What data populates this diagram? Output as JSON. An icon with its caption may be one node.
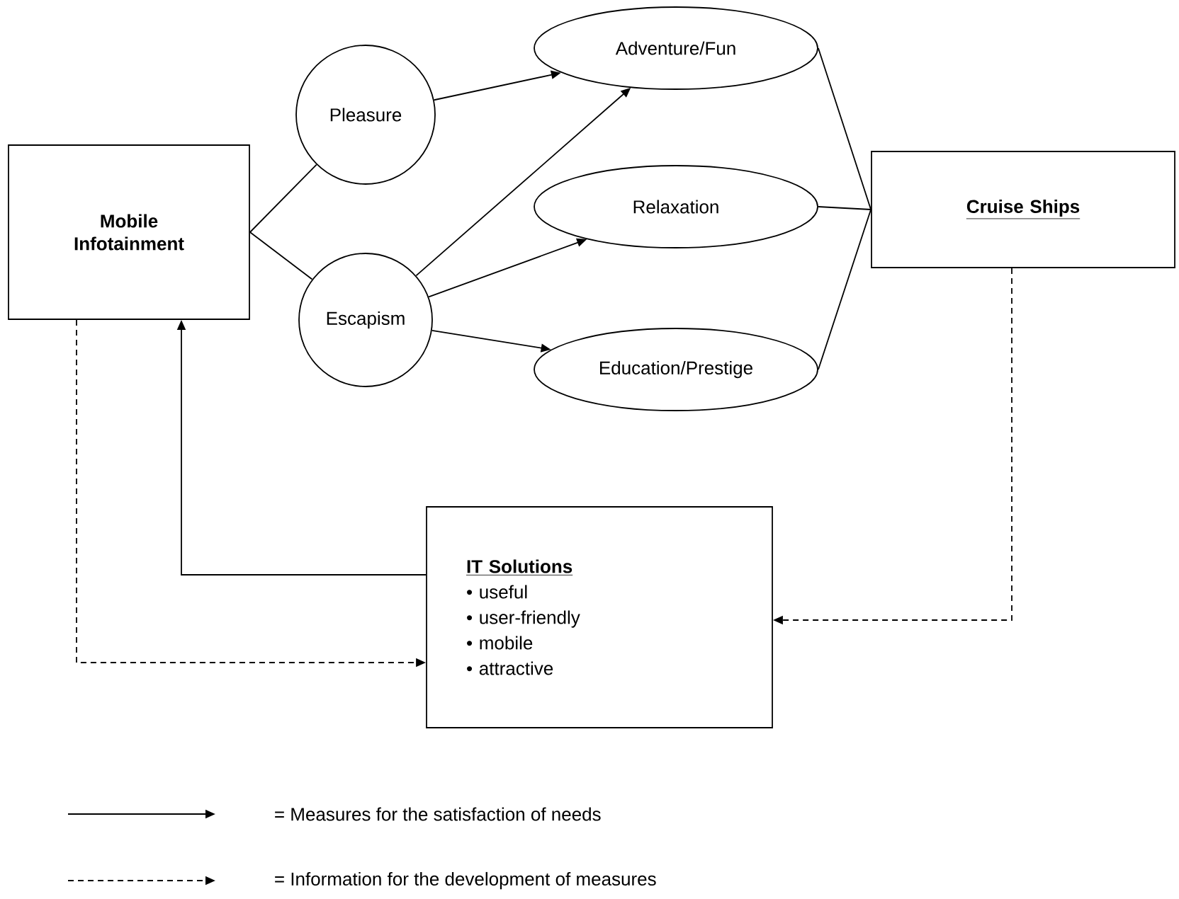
{
  "diagram": {
    "nodes": [
      {
        "text": [
          "Mobile Infotainment"
        ]
      },
      {
        "text": [
          "Pleasure"
        ]
      },
      {
        "text": [
          "Escapism"
        ]
      },
      {
        "text": [
          "Adventure/Fun"
        ]
      },
      {
        "text": [
          "Relaxation"
        ]
      },
      {
        "text": [
          "Education/Prestige"
        ]
      },
      {
        "text": [
          "Cruise Ships"
        ]
      },
      {
        "text": [
          "IT Solutions",
          "• useful",
          "• user-friendly",
          "• mobile",
          "• attractive"
        ]
      }
    ],
    "edges": [
      {
        "from": 0,
        "to": 1,
        "arrow": "none"
      },
      {
        "from": 0,
        "to": 2,
        "arrow": "none"
      },
      {
        "from": 1,
        "to": 3,
        "arrow": "to"
      },
      {
        "from": 2,
        "to": 3,
        "arrow": "to"
      },
      {
        "from": 2,
        "to": 4,
        "arrow": "to"
      },
      {
        "from": 2,
        "to": 5,
        "arrow": "to"
      },
      {
        "from": 3,
        "to": 6,
        "arrow": "none"
      },
      {
        "from": 4,
        "to": 6,
        "arrow": "none"
      },
      {
        "from": 5,
        "to": 6,
        "arrow": "none"
      },
      {
        "from": 7,
        "to": 0,
        "arrow": "to"
      },
      {
        "from": 0,
        "to": 7,
        "arrow": "to",
        "style": "dashed"
      },
      {
        "from": 6,
        "to": 7,
        "arrow": "to",
        "style": "dashed"
      }
    ],
    "legend": [
      {
        "text": "= Measures for the satisfaction of needs"
      },
      {
        "text": "= Information for the development of measures"
      }
    ]
  }
}
